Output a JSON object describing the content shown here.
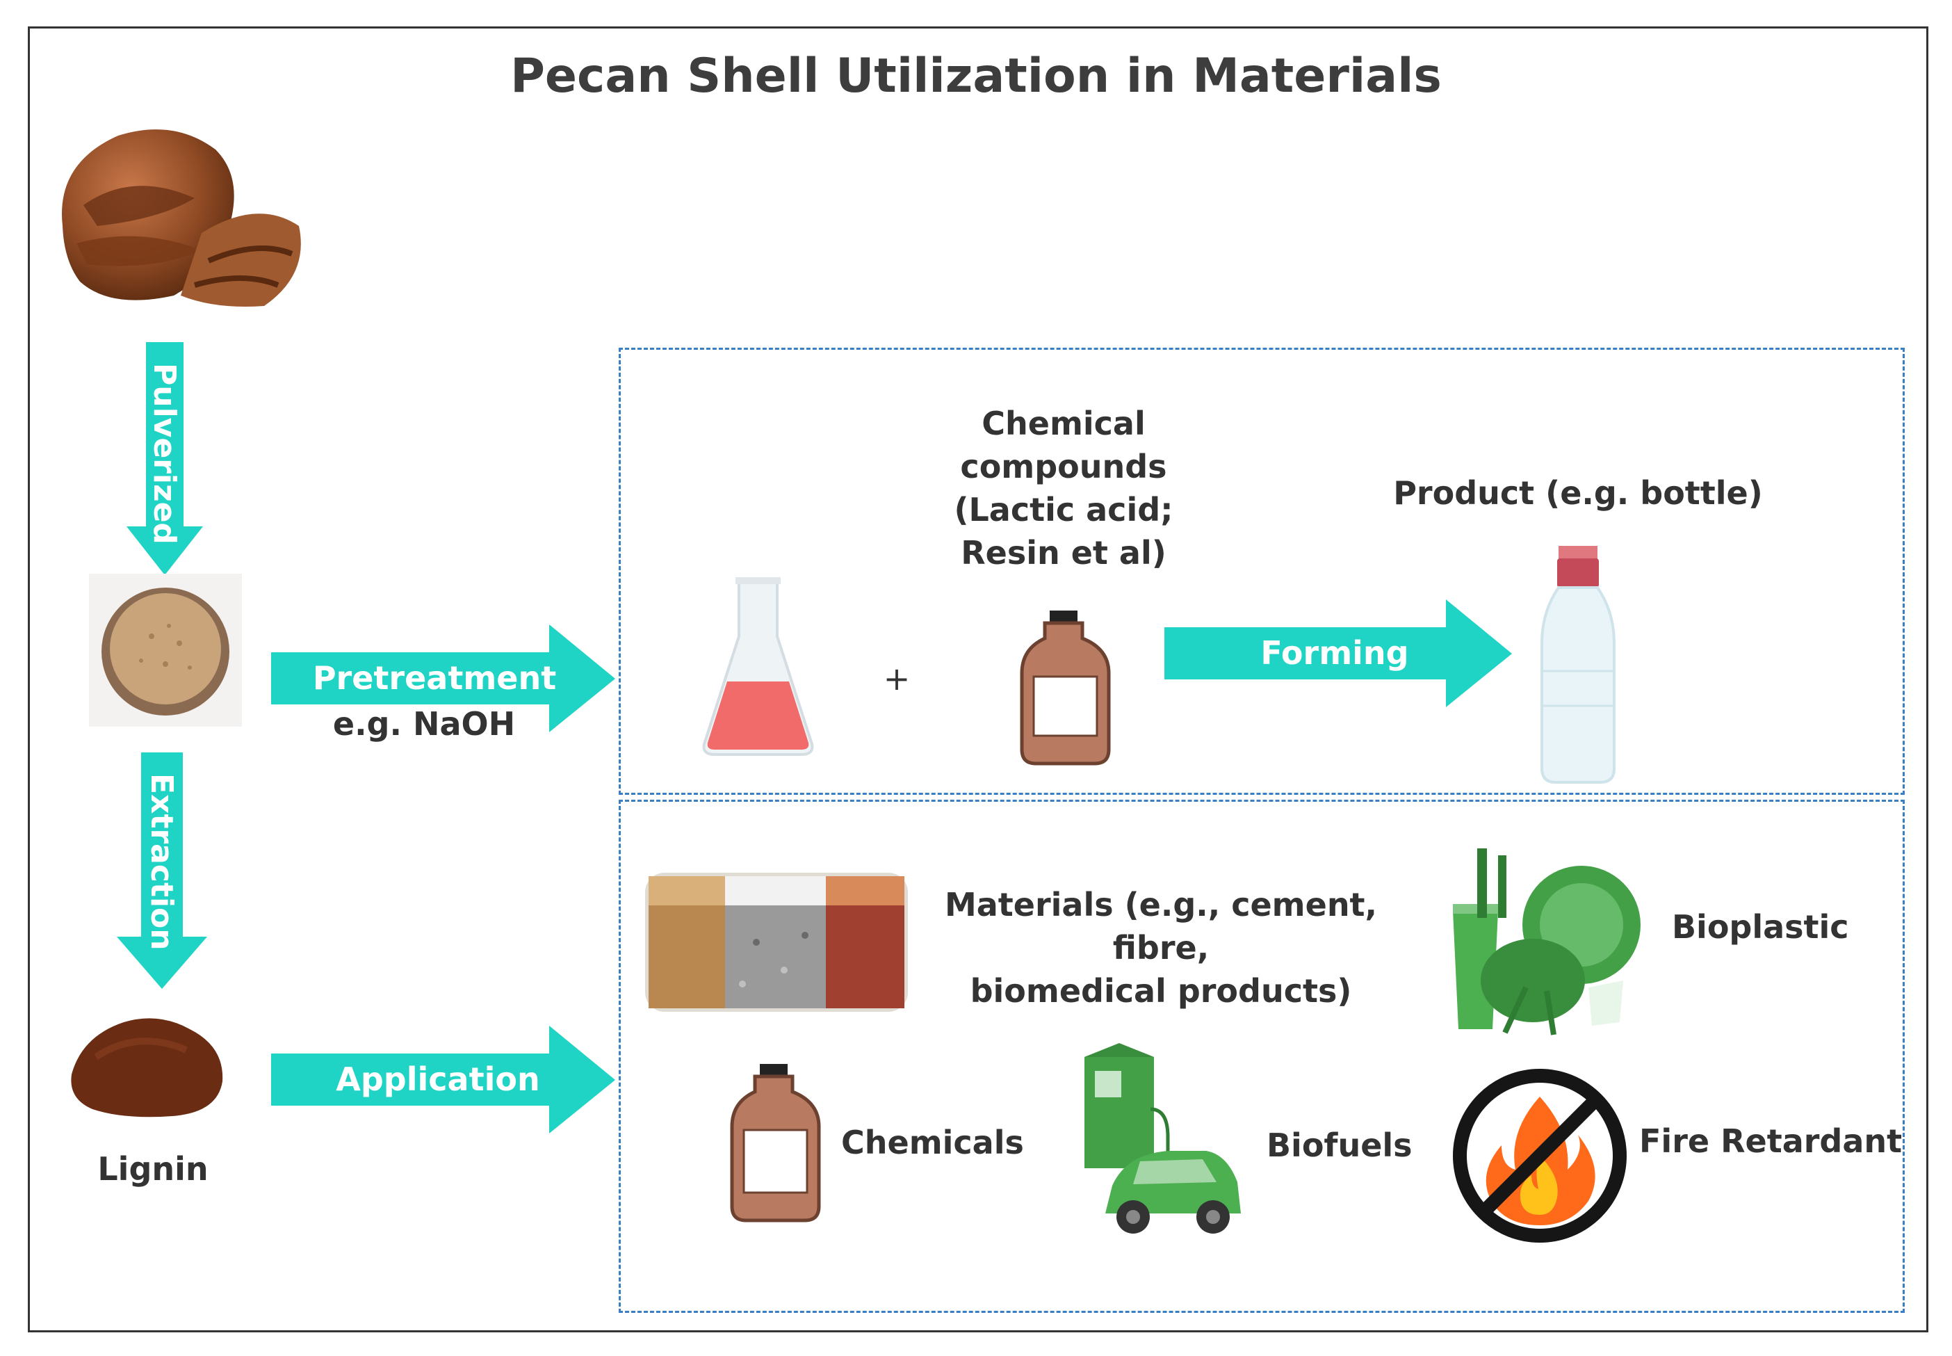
{
  "title": "Pecan Shell Utilization in Materials",
  "colors": {
    "arrow": "#1fd4c4",
    "box_border": "#3a7fc4",
    "shell": "#8a4520",
    "lignin": "#6a2c12",
    "bottle_brown": "#b97a62"
  },
  "arrows": {
    "pulverized": "Pulverized",
    "extraction": "Extraction",
    "pretreatment": "Pretreatment",
    "forming": "Forming",
    "application": "Application"
  },
  "pretreatment_note": "e.g. NaOH",
  "lignin_label": "Lignin",
  "chemical_compounds": [
    "Chemical",
    "compounds",
    "(Lactic acid;",
    "Resin et al)"
  ],
  "plus_sign": "+",
  "product_label": "Product (e.g. bottle)",
  "applications": {
    "materials": [
      "Materials (e.g., cement, fibre,",
      "biomedical products)"
    ],
    "bioplastic": "Bioplastic",
    "chemicals": "Chemicals",
    "biofuels": "Biofuels",
    "fire_retardant": "Fire Retardant"
  },
  "icons": [
    "pecan-shell-icon",
    "powder-bowl-icon",
    "lignin-pile-icon",
    "flask-icon",
    "brown-bottle-icon",
    "plastic-bottle-icon",
    "material-blocks-icon",
    "green-tableware-icon",
    "fuel-pump-car-icon",
    "no-fire-icon"
  ]
}
